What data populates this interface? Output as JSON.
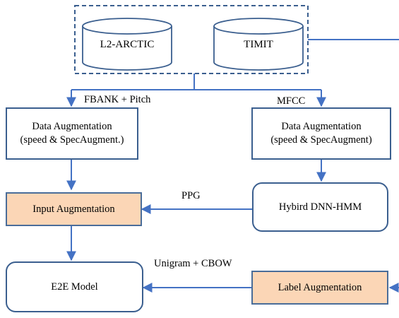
{
  "datasets": [
    "L2-ARCTIC",
    "TIMIT"
  ],
  "feature_labels": {
    "left": "FBANK + Pitch",
    "right": "MFCC"
  },
  "boxes": {
    "aug_left": [
      "Data Augmentation",
      "(speed & SpecAugment.)"
    ],
    "aug_right": [
      "Data Augmentation",
      "(speed & SpecAugment)"
    ],
    "input_aug": "Input Augmentation",
    "hybrid": "Hybird DNN-HMM",
    "e2e": "E2E Model",
    "label_aug": "Label Augmentation"
  },
  "edge_labels": {
    "ppg": "PPG",
    "unigram": "Unigram + CBOW"
  },
  "colors": {
    "border": "#3b5f8f",
    "accent_fill": "#fbd6b6",
    "arrow": "#4472c4"
  }
}
